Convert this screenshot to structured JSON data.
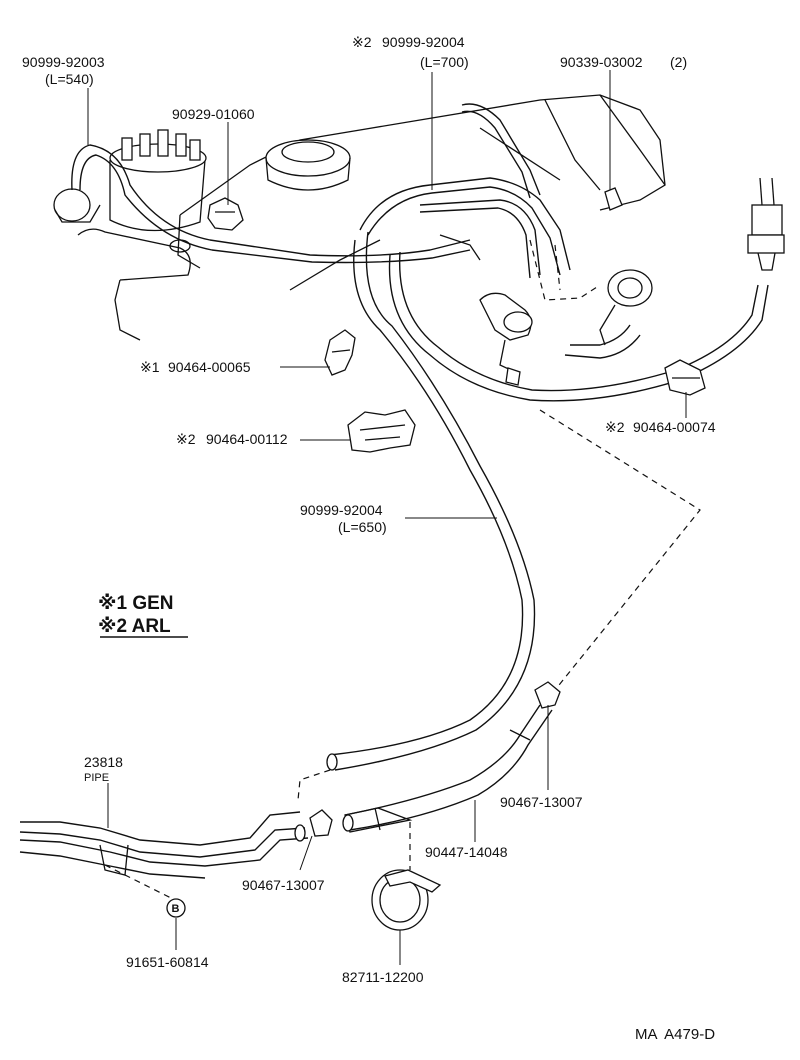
{
  "parts": {
    "hose_top_left": {
      "number": "90999-92003",
      "length": "(L=540)"
    },
    "hose_top_center": {
      "marker": "※2",
      "number": "90999-92004",
      "length": "(L=700)"
    },
    "plug_top_right": {
      "number": "90339-03002",
      "qty": "(2)"
    },
    "clamp_upper": {
      "number": "90929-01060"
    },
    "clamp_gen": {
      "marker": "※1",
      "number": "90464-00065"
    },
    "clamp_arl_left": {
      "marker": "※2",
      "number": "90464-00112"
    },
    "clamp_arl_right": {
      "marker": "※2",
      "number": "90464-00074"
    },
    "hose_long": {
      "number": "90999-92004",
      "length": "(L=650)"
    },
    "pipe": {
      "number": "23818",
      "label": "PIPE"
    },
    "clip_right": {
      "number": "90467-13007"
    },
    "clip_left": {
      "number": "90467-13007"
    },
    "hose_short": {
      "number": "90447-14048"
    },
    "bolt": {
      "number": "91651-60814",
      "symbol": "B"
    },
    "band_clamp": {
      "number": "82711-12200"
    }
  },
  "legend": {
    "line1": "※1 GEN",
    "line2": "※2 ARL"
  },
  "figure_code": "MA  A479-D"
}
